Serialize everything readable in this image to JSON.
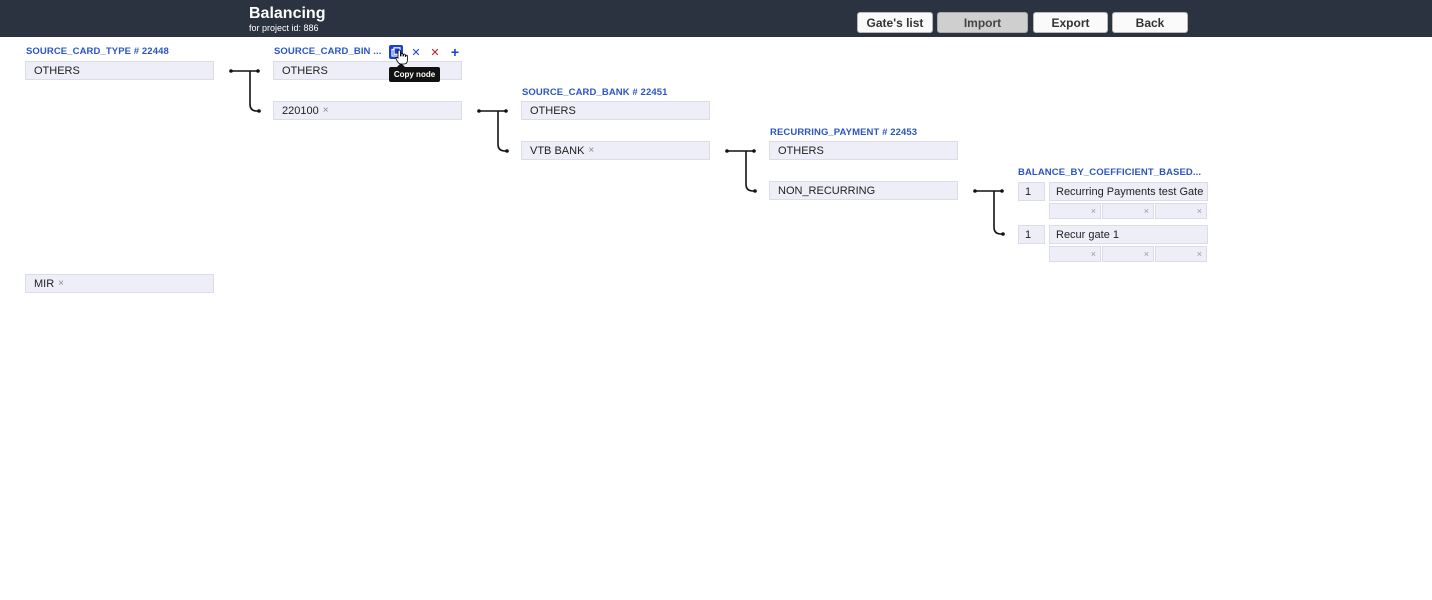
{
  "header": {
    "title": "Balancing",
    "subtitle": "for project id: 886",
    "buttons": {
      "gates_list": "Gate's list",
      "import": "Import",
      "export": "Export",
      "back": "Back"
    }
  },
  "columns": [
    "SOURCE_CARD_TYPE # 22448",
    "SOURCE_CARD_BIN ...",
    "SOURCE_CARD_BANK # 22451",
    "RECURRING_PAYMENT # 22453",
    "BALANCE_BY_COEFFICIENT_BASED..."
  ],
  "nodes": {
    "card_type_others": "OTHERS",
    "card_type_mir": "MIR",
    "bin_others": "OTHERS",
    "bin_220100": "220100",
    "bank_others": "OTHERS",
    "bank_vtb": "VTB BANK",
    "recurring_others": "OTHERS",
    "recurring_non": "NON_RECURRING"
  },
  "tag_remove": "×",
  "balance_rows": [
    {
      "coef": "1",
      "gate": "Recurring Payments test Gate",
      "slots": [
        "×",
        "×",
        "×"
      ]
    },
    {
      "coef": "1",
      "gate": "Recur gate 1",
      "slots": [
        "×",
        "×",
        "×"
      ]
    }
  ],
  "node_actions": {
    "cross_blue": "✕",
    "cross_red": "✕",
    "plus": "+"
  },
  "tooltip": "Copy node",
  "colors": {
    "header_bg": "#2b3240",
    "column_head": "#2a55c4",
    "node_bg": "#eeeef8",
    "copy_button": "#1a3fd6",
    "delete": "#d0142a"
  }
}
